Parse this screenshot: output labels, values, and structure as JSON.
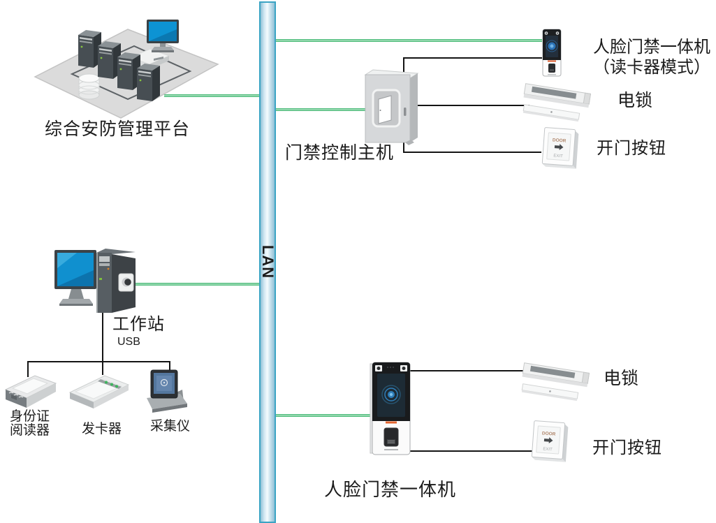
{
  "colors": {
    "link_green": "#34b068",
    "link_black": "#141414",
    "lan_border": "#3ba4c4",
    "lan_fill_light": "#f4fbfe",
    "lan_fill_dark": "#8fc0d6"
  },
  "diagram": {
    "lan_label": "LAN",
    "management_platform": {
      "label": "综合安防管理平台"
    },
    "access_controller": {
      "label": "门禁控制主机"
    },
    "face_terminal_reader_mode": {
      "label": "人脸门禁一体机",
      "label2": "（读卡器模式）"
    },
    "electric_lock_top": {
      "label": "电锁"
    },
    "exit_button_top": {
      "label": "开门按钮"
    },
    "workstation": {
      "label": "工作站",
      "bus_label": "USB"
    },
    "id_card_reader": {
      "label_line1": "身份证",
      "label_line2": "阅读器"
    },
    "card_issuer": {
      "label": "发卡器"
    },
    "capture_device": {
      "label": "采集仪"
    },
    "face_terminal_standalone": {
      "label": "人脸门禁一体机"
    },
    "electric_lock_bottom": {
      "label": "电锁"
    },
    "exit_button_bottom": {
      "label": "开门按钮"
    },
    "exit_button_device_text": {
      "line1": "DOOR",
      "line2": "EXIT"
    }
  }
}
